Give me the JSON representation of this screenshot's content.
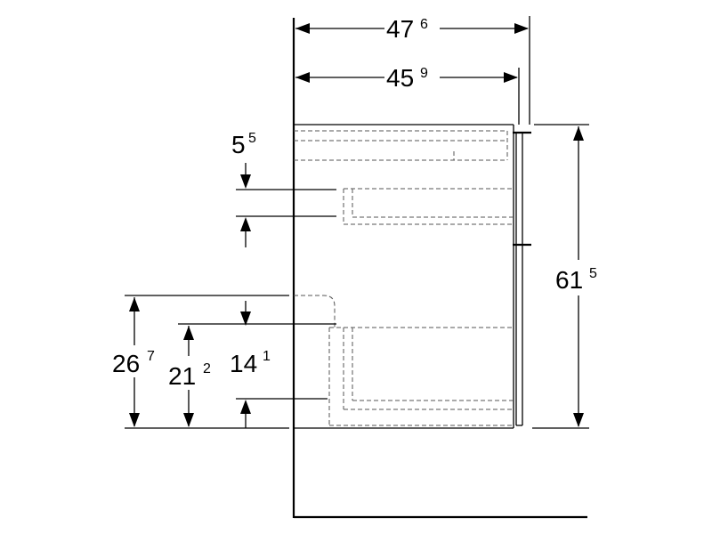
{
  "dimensions": {
    "width_outer": {
      "main": "47",
      "sup": "6"
    },
    "width_inner": {
      "main": "45",
      "sup": "9"
    },
    "height_total": {
      "main": "61",
      "sup": "5"
    },
    "gap_top": {
      "main": "5",
      "sup": "5"
    },
    "height_siphon": {
      "main": "26",
      "sup": "7"
    },
    "height_drawer": {
      "main": "21",
      "sup": "2"
    },
    "height_lower": {
      "main": "14",
      "sup": "1"
    }
  }
}
